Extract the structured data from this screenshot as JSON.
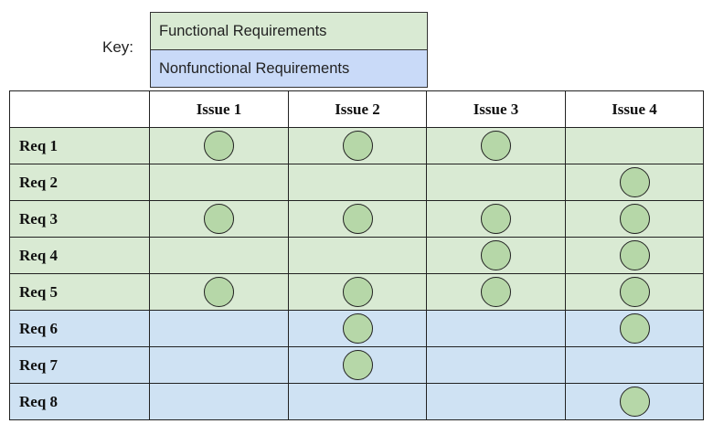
{
  "key": {
    "label": "Key:",
    "items": [
      {
        "label": "Functional Requirements",
        "color": "#d9ead3"
      },
      {
        "label": "Nonfunctional Requirements",
        "color": "#c9daf8"
      }
    ]
  },
  "colors": {
    "functional": "#d9ead3",
    "nonfunctional": "#cfe2f3",
    "marker": "#b6d7a8",
    "border": "#222222"
  },
  "icons": {
    "marker": "circle-marker-icon"
  },
  "matrix": {
    "columns": [
      "Issue 1",
      "Issue 2",
      "Issue 3",
      "Issue 4"
    ],
    "rows": [
      {
        "label": "Req 1",
        "category": "functional",
        "marks": [
          true,
          true,
          true,
          false
        ]
      },
      {
        "label": "Req 2",
        "category": "functional",
        "marks": [
          false,
          false,
          false,
          true
        ]
      },
      {
        "label": "Req 3",
        "category": "functional",
        "marks": [
          true,
          true,
          true,
          true
        ]
      },
      {
        "label": "Req 4",
        "category": "functional",
        "marks": [
          false,
          false,
          true,
          true
        ]
      },
      {
        "label": "Req 5",
        "category": "functional",
        "marks": [
          true,
          true,
          true,
          true
        ]
      },
      {
        "label": "Req 6",
        "category": "nonfunctional",
        "marks": [
          false,
          true,
          false,
          true
        ]
      },
      {
        "label": "Req 7",
        "category": "nonfunctional",
        "marks": [
          false,
          true,
          false,
          false
        ]
      },
      {
        "label": "Req 8",
        "category": "nonfunctional",
        "marks": [
          false,
          false,
          false,
          true
        ]
      }
    ]
  }
}
